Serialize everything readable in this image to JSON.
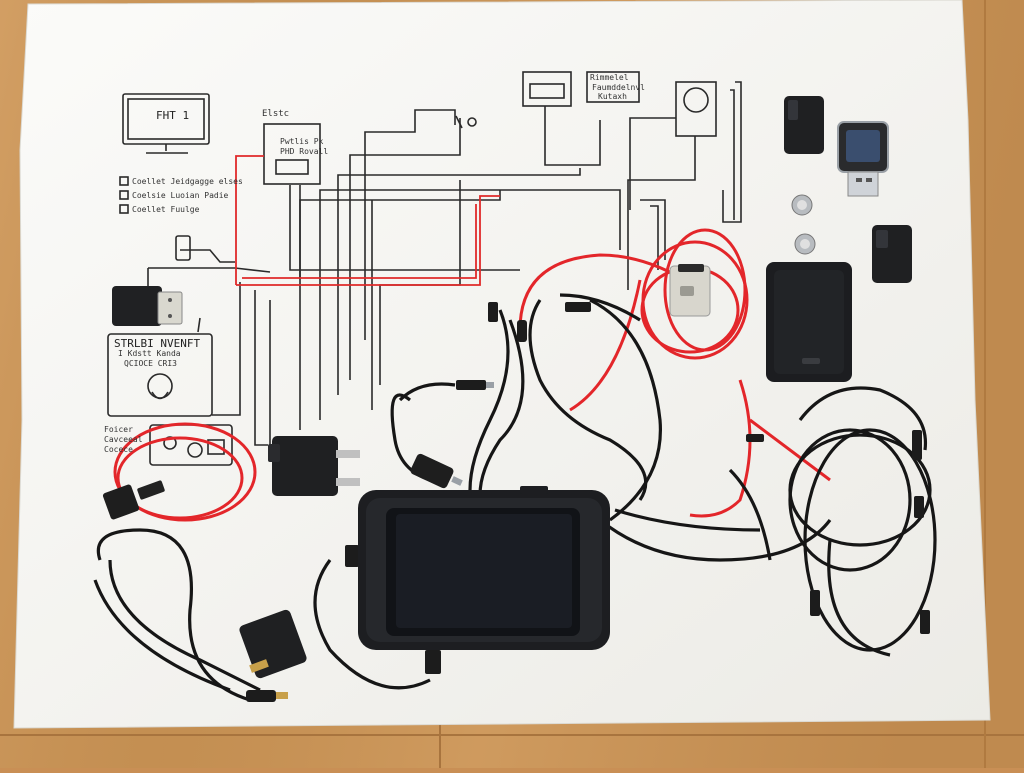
{
  "scene": {
    "description_free": true,
    "colors": {
      "table": "#c98f55",
      "paper": "#f7f6f2",
      "ink": "#2a2a2a",
      "red_wire": "#e02a2a",
      "device": "#1e1f21"
    }
  },
  "labels": {
    "monitor": "FHT 1",
    "legend_1": "Coellet Jeidgagge elses",
    "legend_2": "Coelsie Luoian Padie",
    "legend_3": "Coellet Fuulge",
    "module_top": "Elstc",
    "module_inner_1": "Pwtlis Pk",
    "module_inner_2": "PHD Rovall",
    "tr_box_1": "Rimmelel",
    "tr_box_2": "Faumddelnvl",
    "tr_box_3": "Kutaxh",
    "panel_title": "STRLBI NVENFT",
    "panel_line_1": "I Kdstt Kanda",
    "panel_line_2": "QCIOCE CRI3",
    "lower_left_1": "Foicer",
    "lower_left_2": "Cavceeal",
    "lower_left_3": "Cocece"
  }
}
